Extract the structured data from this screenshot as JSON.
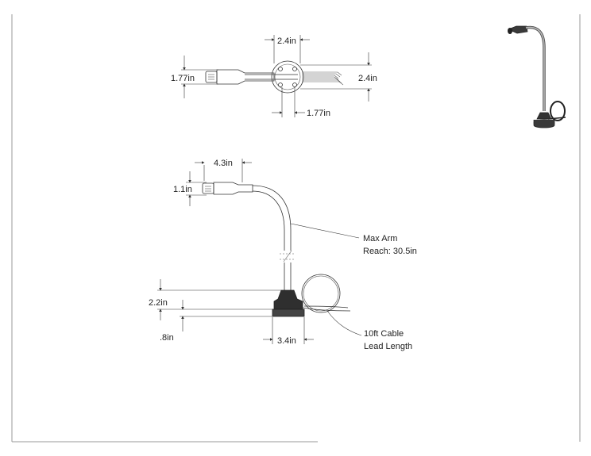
{
  "top_view": {
    "width_top": "2.4in",
    "height_left": "1.77in",
    "height_right": "2.4in",
    "width_bottom": "1.77in"
  },
  "side_view": {
    "head_length": "4.3in",
    "head_height": "1.1in",
    "arm_reach_line1": "Max Arm",
    "arm_reach_line2": "Reach: 30.5in",
    "base_height": "2.2in",
    "base_foot_height": ".8in",
    "base_width": "3.4in",
    "cable_line1": "10ft Cable",
    "cable_line2": "Lead Length"
  },
  "colors": {
    "line": "#333333",
    "base_fill": "#2f2f2f",
    "frame": "#999999"
  }
}
